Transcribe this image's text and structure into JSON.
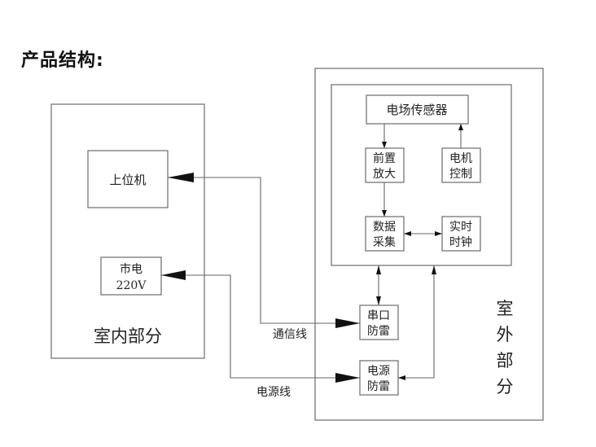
{
  "title": "产品结构:",
  "indoor": {
    "label": "室内部分",
    "host": "上位机",
    "mains_line1": "市电",
    "mains_line2": "220V"
  },
  "outdoor": {
    "label_chars": [
      "室",
      "外",
      "部",
      "分"
    ],
    "sensor": "电场传感器",
    "preamp": [
      "前置",
      "放大"
    ],
    "motor": [
      "电机",
      "控制"
    ],
    "daq": [
      "数据",
      "采集"
    ],
    "rtc": [
      "实时",
      "时钟"
    ],
    "serial_protect": [
      "串口",
      "防雷"
    ],
    "power_protect": [
      "电源",
      "防雷"
    ]
  },
  "cables": {
    "comm": "通信线",
    "power": "电源线"
  }
}
